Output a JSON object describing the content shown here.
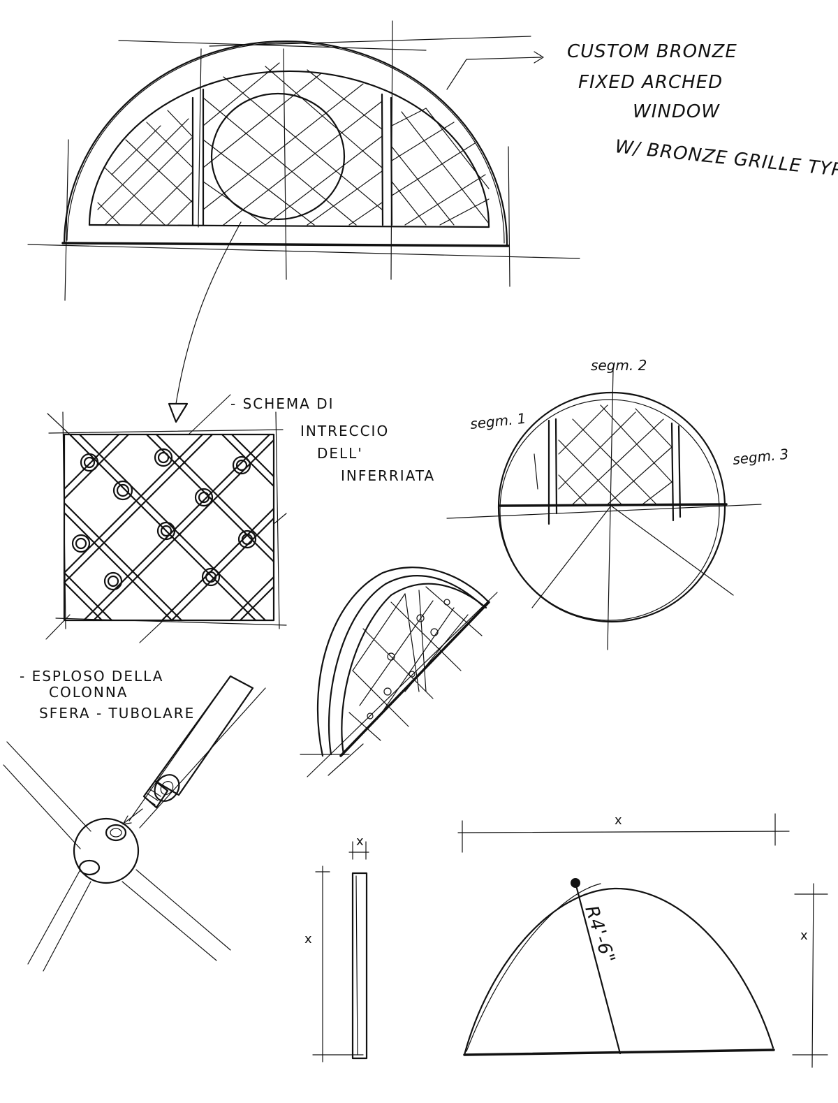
{
  "notes": {
    "main_title": [
      "CUSTOM BRONZE",
      "FIXED ARCHED",
      "WINDOW",
      "W/ BRONZE GRILLE TYP."
    ],
    "grid_detail": [
      "- SCHEMA DI",
      "INTRECCIO",
      "DELL'",
      "INFERRIATA"
    ],
    "joint_detail": [
      "- ESPLOSO DELLA",
      "COLONNA",
      "SFERA - TUBOLARE"
    ],
    "segment_1": "segm. 1",
    "segment_2": "segm. 2",
    "segment_3": "segm. 3",
    "radius": "R4'-6\"",
    "dim_width": "x",
    "dim_height": "x",
    "profile_height": "x",
    "profile_width": "x"
  },
  "colors": {
    "ink": "#111111",
    "paper": "#ffffff"
  }
}
